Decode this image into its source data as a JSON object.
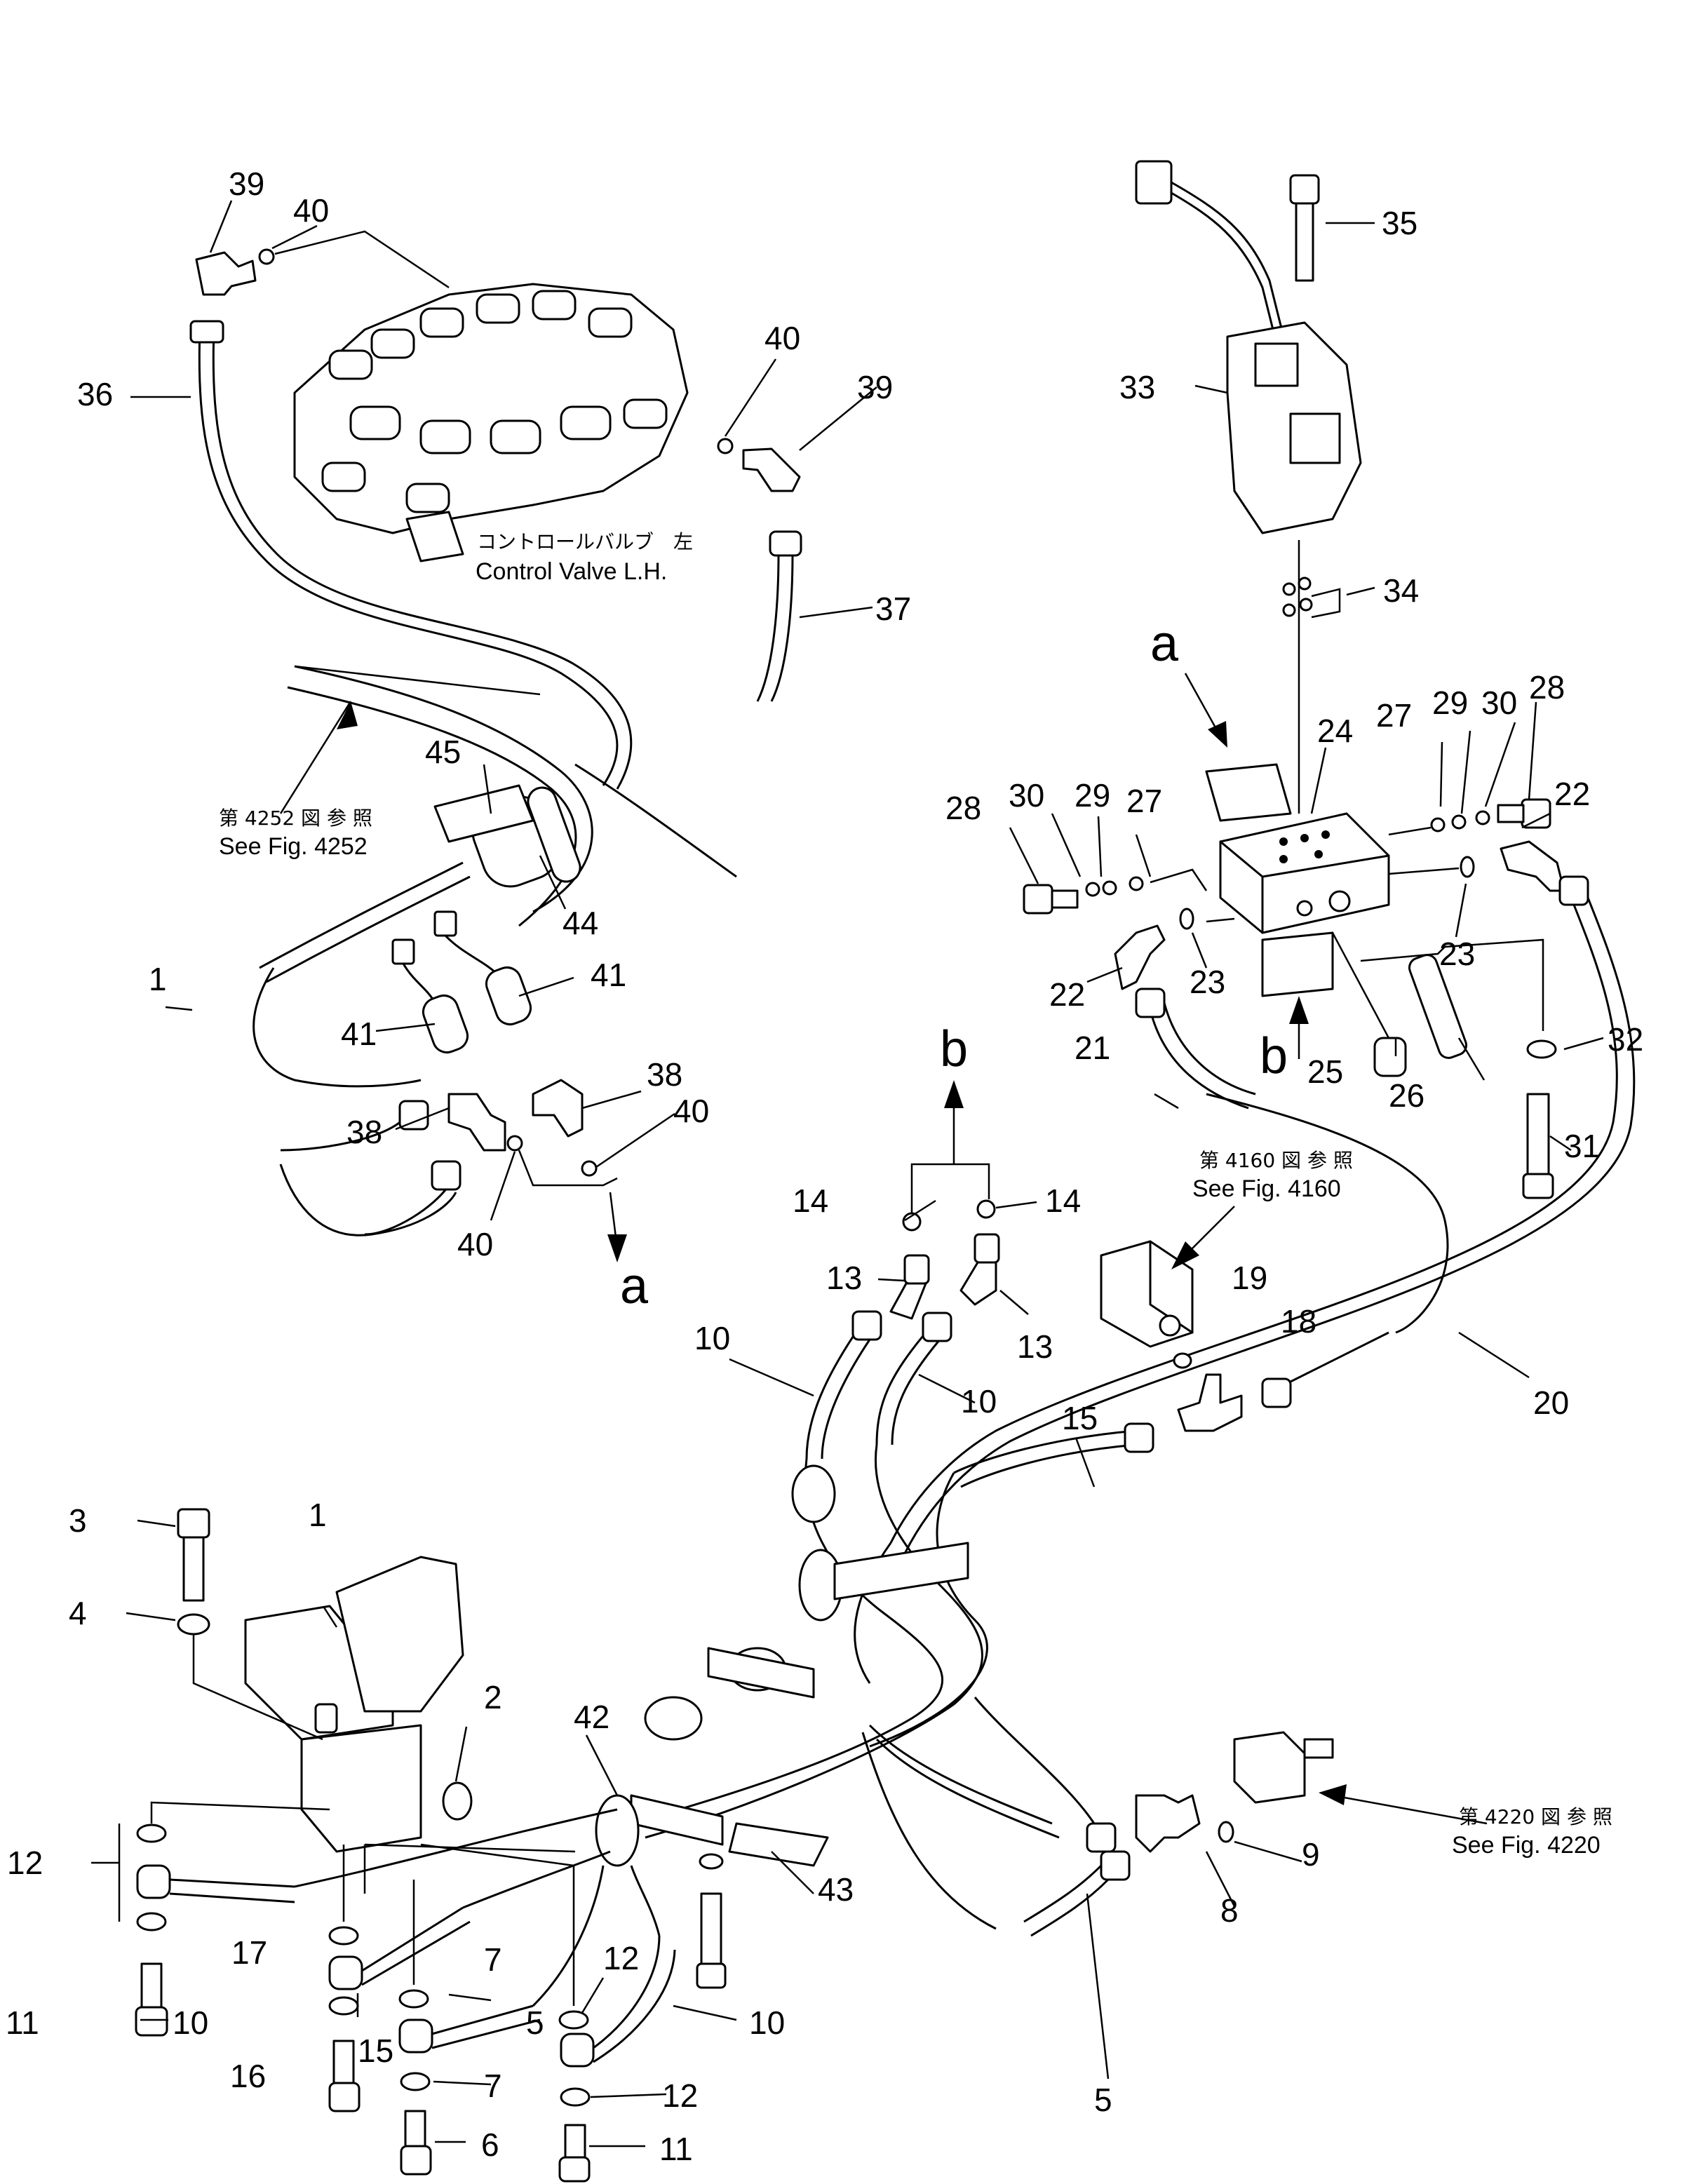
{
  "part_numbers": [
    "1",
    "2",
    "3",
    "4",
    "5",
    "5",
    "6",
    "7",
    "7",
    "8",
    "9",
    "10",
    "10",
    "10",
    "10",
    "11",
    "11",
    "12",
    "12",
    "12",
    "13",
    "13",
    "14",
    "14",
    "15",
    "15",
    "16",
    "17",
    "18",
    "19",
    "20",
    "21",
    "22",
    "22",
    "23",
    "23",
    "24",
    "25",
    "26",
    "27",
    "27",
    "28",
    "28",
    "29",
    "29",
    "30",
    "30",
    "31",
    "32",
    "33",
    "34",
    "35",
    "36",
    "37",
    "38",
    "38",
    "39",
    "39",
    "40",
    "40",
    "40",
    "40",
    "41",
    "41",
    "42",
    "43",
    "44",
    "45"
  ],
  "view_letters": [
    "a",
    "a",
    "b",
    "b"
  ],
  "references": {
    "control_valve_jp": "コントロールバルブ　左",
    "control_valve_en": "Control Valve L.H.",
    "ref_4252_jp": "第 4252 図 参 照",
    "ref_4252_en": "See Fig. 4252",
    "ref_4160_jp": "第 4160 図 参 照",
    "ref_4160_en": "See Fig. 4160",
    "ref_4220_jp": "第 4220 図 参 照",
    "ref_4220_en": "See Fig. 4220"
  }
}
